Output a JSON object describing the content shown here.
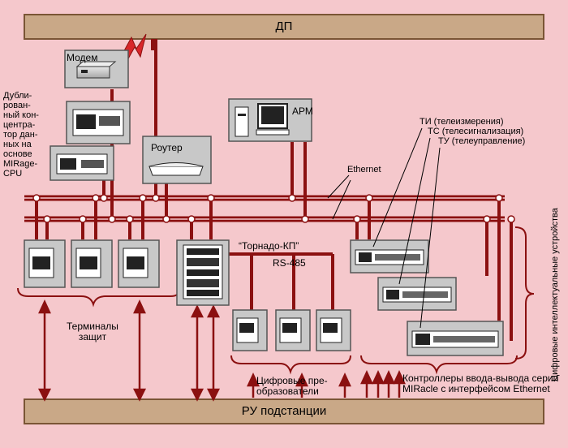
{
  "colors": {
    "background": "#f5c8cc",
    "bus_bar": "#c9a887",
    "wire": "#8b1010",
    "device_gray": "#c8c8c8"
  },
  "top_bar": {
    "label": "ДП"
  },
  "bottom_bar": {
    "label": "РУ подстанции"
  },
  "labels": {
    "modem": "Модем",
    "concentrator": "Дубли-\nрован-\nный кон-\nцентра-\nтор дан-\nных на\nоснове\nMIRage-\nCPU",
    "router": "Роутер",
    "arm": "АРМ",
    "ti": "ТИ (телеизмерения)",
    "ts": "ТС (телесигнализация)",
    "tu": "ТУ (телеуправление)",
    "ethernet": "Ethernet",
    "tornado": "“Торнадо-КП”",
    "rs485": "RS-485",
    "terminals": "Терминалы\nзащит",
    "converters": "Цифровые пре-\nобразователи",
    "controllers": "Контроллеры ввода-вывода серии\nMIRacle с интерфейсом Ethernet",
    "ied": "Цифровые интеллектуальные устройства"
  },
  "icons": [
    "modem-icon",
    "server-icon",
    "router-icon",
    "computer-icon",
    "terminal-icon",
    "rack-icon",
    "converter-icon",
    "controller-icon",
    "lightning-icon"
  ]
}
